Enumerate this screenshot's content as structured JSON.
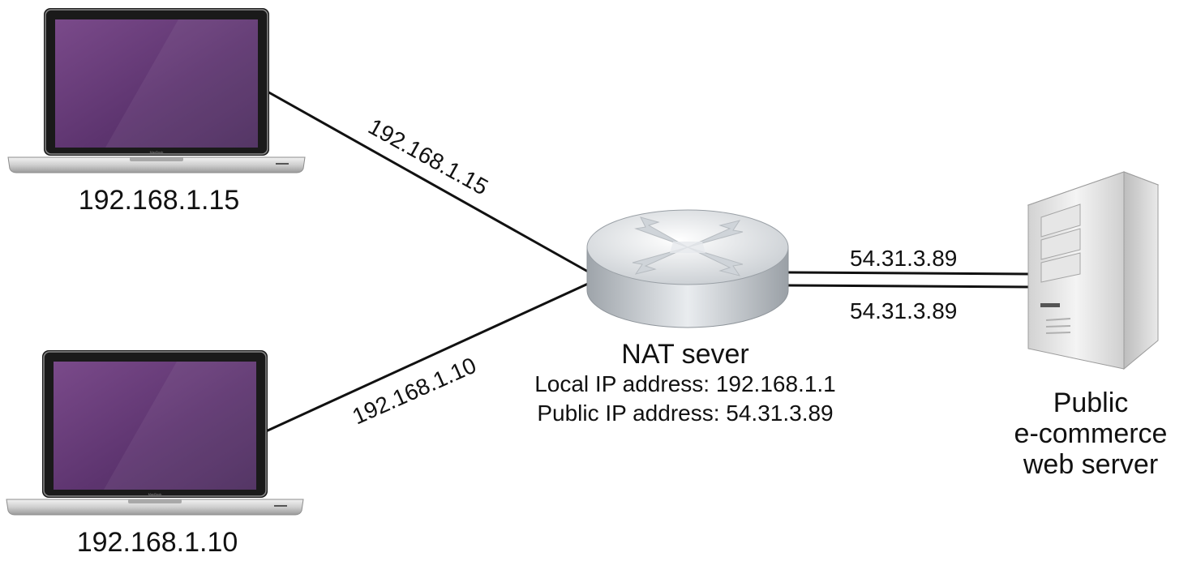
{
  "laptops": [
    {
      "ip_label": "192.168.1.15",
      "brand": "MacBook"
    },
    {
      "ip_label": "192.168.1.10",
      "brand": "MacBook"
    }
  ],
  "links": {
    "laptop_top": "192.168.1.15",
    "laptop_bottom": "192.168.1.10",
    "wan_top": "54.31.3.89",
    "wan_bottom": "54.31.3.89"
  },
  "nat": {
    "title": "NAT sever",
    "local_ip": "Local IP address: 192.168.1.1",
    "public_ip": "Public IP address: 54.31.3.89"
  },
  "server": {
    "label_line1": "Public",
    "label_line2": "e-commerce",
    "label_line3": "web server"
  },
  "colors": {
    "screen": "#6a3d78",
    "laptop_body": "#d6d6d6",
    "router": "#c9ced3",
    "server": "#e3e3e3",
    "line": "#111111"
  }
}
